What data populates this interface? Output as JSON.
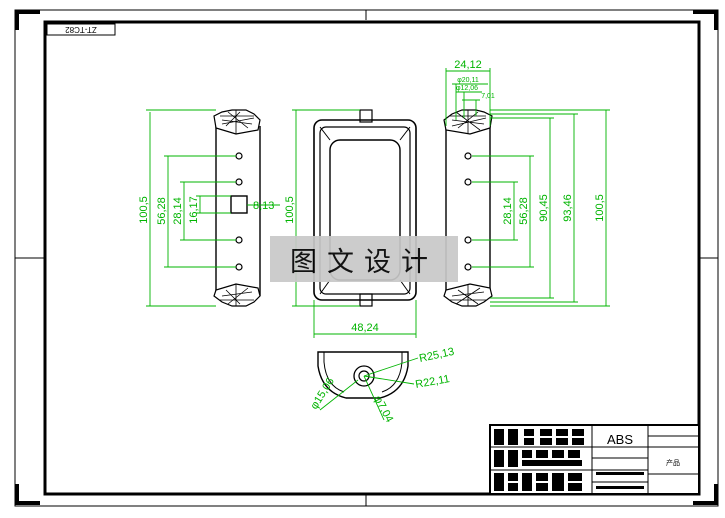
{
  "drawing_code": "ZT-TC82",
  "watermark": "图文设计",
  "dimensions": {
    "left_view": {
      "overall_height": "100,5",
      "hole_span_outer": "56,28",
      "hole_span_inner": "28,14",
      "slot_height": "16,17",
      "slot_width": "8,13"
    },
    "front_view": {
      "overall_height": "100,5",
      "width": "48,24"
    },
    "right_view": {
      "top_width": "24,12",
      "dia_small_1": "φ20,11",
      "dia_small_2": "φ12,06",
      "dia_small_3": "7,01",
      "hole_span_inner": "28,14",
      "hole_span_outer": "56,28",
      "span_9045": "90,45",
      "span_9346": "93,46",
      "overall_height": "100,5"
    },
    "bottom_view": {
      "radius_outer": "R25,13",
      "radius_inner": "R22,11",
      "dia_hole": "φ7,04",
      "dia_boss": "φ15,06"
    }
  },
  "title_block": {
    "material": "ABS",
    "part_label": "产品"
  },
  "colors": {
    "dimension": "#00b400",
    "outline": "#000000",
    "watermark_band": "#c8c8c8"
  }
}
